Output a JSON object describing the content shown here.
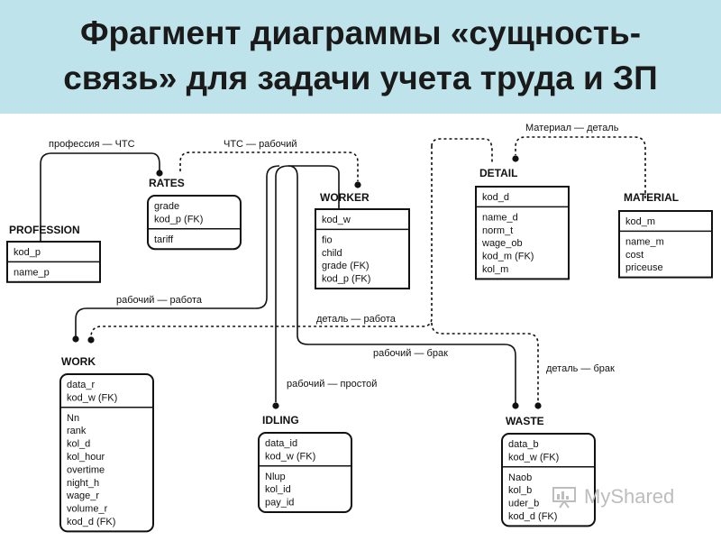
{
  "title": {
    "line1": "Фрагмент диаграммы «сущность-",
    "line2": "связь» для задачи учета труда и ЗП"
  },
  "entities": [
    {
      "id": "profession",
      "name": "PROFESSION",
      "key": [
        "kod_p"
      ],
      "attrs": [
        "name_p"
      ]
    },
    {
      "id": "rates",
      "name": "RATES",
      "key": [
        "grade",
        "kod_p (FK)"
      ],
      "attrs": [
        "tariff"
      ]
    },
    {
      "id": "worker",
      "name": "WORKER",
      "key": [
        "kod_w"
      ],
      "attrs": [
        "fio",
        "child",
        "grade (FK)",
        "kod_p (FK)"
      ]
    },
    {
      "id": "detail",
      "name": "DETAIL",
      "key": [
        "kod_d"
      ],
      "attrs": [
        "name_d",
        "norm_t",
        "wage_ob",
        "kod_m (FK)",
        "kol_m"
      ]
    },
    {
      "id": "material",
      "name": "MATERIAL",
      "key": [
        "kod_m"
      ],
      "attrs": [
        "name_m",
        "cost",
        "priceuse"
      ]
    },
    {
      "id": "work",
      "name": "WORK",
      "key": [
        "data_r",
        "kod_w (FK)"
      ],
      "attrs": [
        "Nn",
        "rank",
        "kol_d",
        "kol_hour",
        "overtime",
        "night_h",
        "wage_r",
        "volume_r",
        "kod_d (FK)"
      ]
    },
    {
      "id": "idling",
      "name": "IDLING",
      "key": [
        "data_id",
        "kod_w (FK)"
      ],
      "attrs": [
        "Nlup",
        "kol_id",
        "pay_id"
      ]
    },
    {
      "id": "waste",
      "name": "WASTE",
      "key": [
        "data_b",
        "kod_w (FK)"
      ],
      "attrs": [
        "Naob",
        "kol_b",
        "uder_b",
        "kod_d (FK)"
      ]
    }
  ],
  "relationships": [
    {
      "id": "prof-rates",
      "label": "профессия — ЧТС",
      "style": "solid"
    },
    {
      "id": "rates-worker",
      "label": "ЧТС — рабочий",
      "style": "dashed"
    },
    {
      "id": "material-detail",
      "label": "Материал — деталь",
      "style": "dashed"
    },
    {
      "id": "worker-work",
      "label": "рабочий — работа",
      "style": "solid"
    },
    {
      "id": "detail-work",
      "label": "деталь — работа",
      "style": "dashed"
    },
    {
      "id": "worker-waste",
      "label": "рабочий — брак",
      "style": "solid"
    },
    {
      "id": "detail-waste",
      "label": "деталь — брак",
      "style": "dashed"
    },
    {
      "id": "worker-idling",
      "label": "рабочий — простой",
      "style": "solid"
    }
  ],
  "watermark": {
    "text": "MyShared"
  }
}
